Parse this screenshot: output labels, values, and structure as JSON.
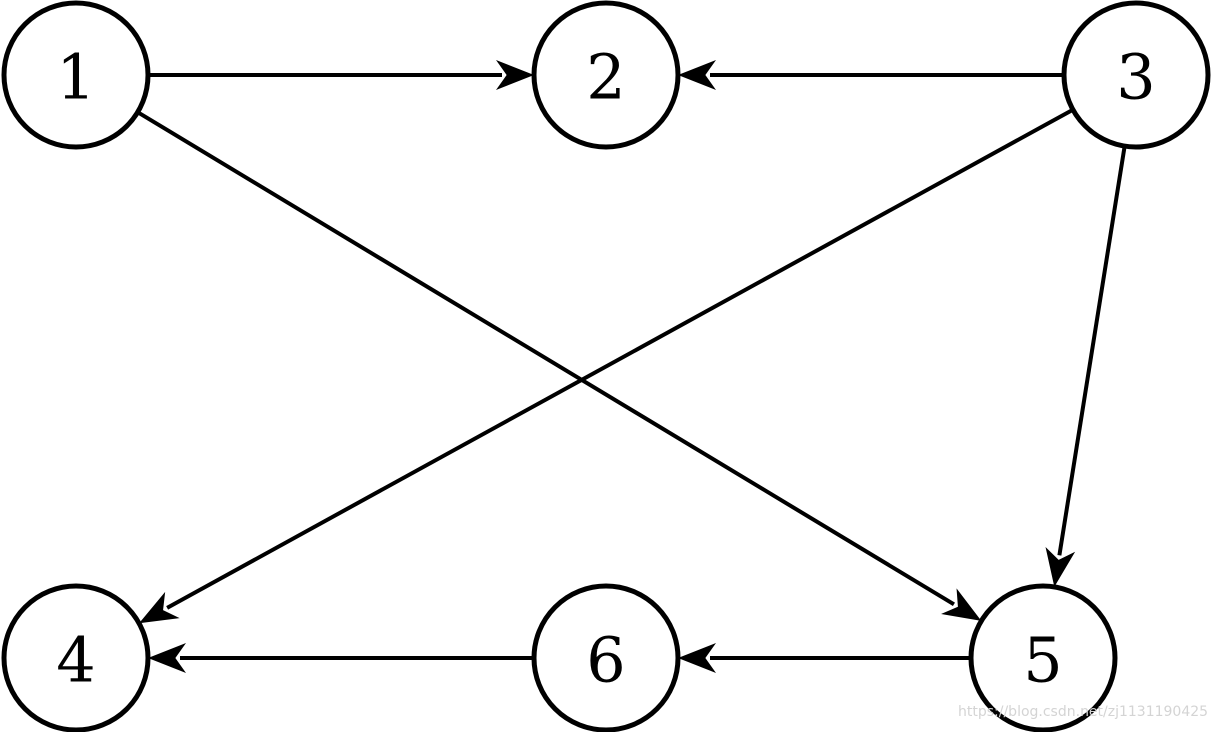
{
  "colors": {
    "stroke": "#000000",
    "node_fill": "#ffffff",
    "background": "#ffffff",
    "watermark": "#d4d4d4"
  },
  "nodes": [
    {
      "id": "1",
      "label": "1"
    },
    {
      "id": "2",
      "label": "2"
    },
    {
      "id": "3",
      "label": "3"
    },
    {
      "id": "4",
      "label": "4"
    },
    {
      "id": "5",
      "label": "5"
    },
    {
      "id": "6",
      "label": "6"
    }
  ],
  "edges": [
    {
      "from": "1",
      "to": "2"
    },
    {
      "from": "3",
      "to": "2"
    },
    {
      "from": "1",
      "to": "5"
    },
    {
      "from": "3",
      "to": "4"
    },
    {
      "from": "3",
      "to": "5"
    },
    {
      "from": "5",
      "to": "6"
    },
    {
      "from": "6",
      "to": "4"
    }
  ],
  "watermark": "https://blog.csdn.net/zj1131190425"
}
